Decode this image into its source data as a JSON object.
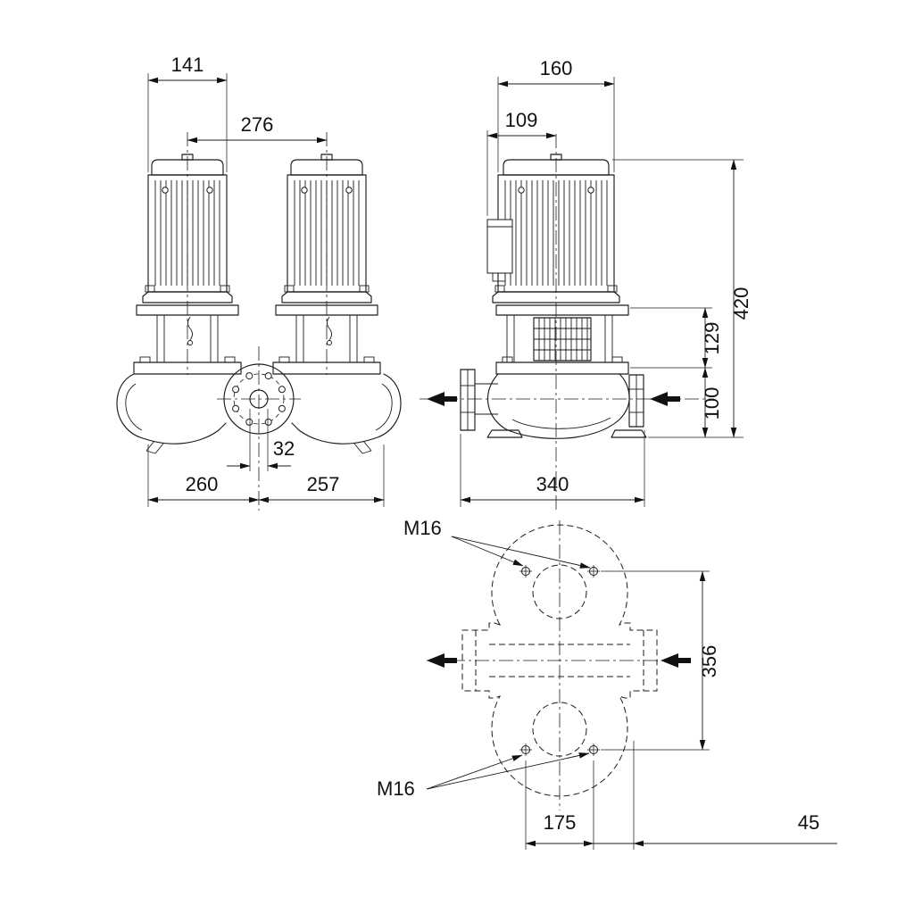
{
  "drawing": {
    "views": {
      "front": {
        "dims": {
          "motor_width": "141",
          "head_spacing": "276",
          "port_bore": "32",
          "width_left_of_center": "260",
          "width_right_of_center": "257"
        }
      },
      "side": {
        "dims": {
          "motor_depth": "160",
          "face_to_center": "109",
          "overall_height": "420",
          "head_section_height": "129",
          "port_centre_height": "100",
          "casing_width": "340"
        }
      },
      "plan": {
        "dims": {
          "thread_size_top": "M16",
          "thread_size_bottom": "M16",
          "bolt_span_vertical": "356",
          "bolt_span_horizontal": "175",
          "bolt_to_edge": "45"
        }
      }
    },
    "colors": {
      "line": "#1b1b1b",
      "text": "#111111",
      "background": "#ffffff"
    }
  }
}
